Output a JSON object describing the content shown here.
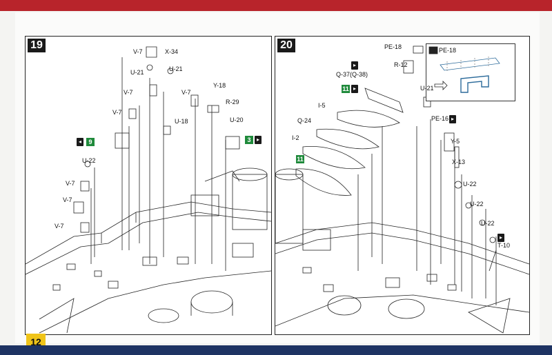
{
  "page_number": "12",
  "steps": [
    {
      "number": "19",
      "labels": [
        "V-7",
        "X-34",
        "U-21",
        "U-21",
        "V-7",
        "Y-18",
        "R-29",
        "V-7",
        "U-18",
        "V-7",
        "U-20",
        "U-22",
        "V-7",
        "V-7",
        "V-7"
      ],
      "callouts": [
        "9",
        "3"
      ]
    },
    {
      "number": "20",
      "labels": [
        "PE-18",
        "R-12",
        "Q-37(Q-38)",
        "U-21",
        "I-5",
        "Q-24",
        "I-2",
        "PE-16",
        "Y-5",
        "X-13",
        "U-22",
        "U-22",
        "U-22",
        "T-10"
      ],
      "callouts": [
        "11",
        "11"
      ],
      "inset_label": "PE-18"
    }
  ]
}
